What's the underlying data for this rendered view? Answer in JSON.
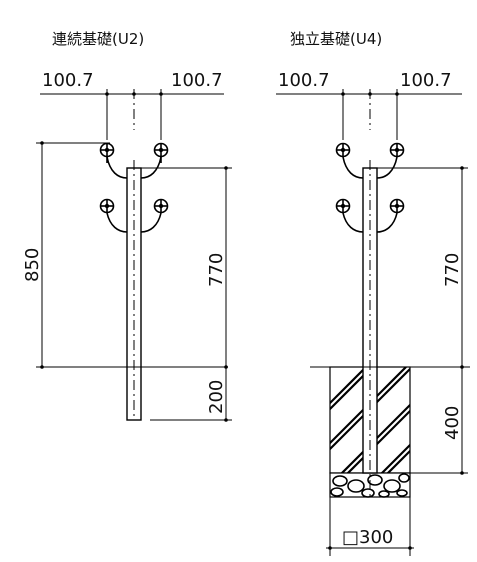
{
  "panels": [
    {
      "title": "連続基礎(U2)",
      "top_dims": [
        "100.7",
        "100.7"
      ],
      "height_total": "850",
      "height_above": "770",
      "height_below": "200"
    },
    {
      "title": "独立基礎(U4)",
      "top_dims": [
        "100.7",
        "100.7"
      ],
      "height_above": "770",
      "height_below": "400",
      "footing_width": "□300"
    }
  ]
}
